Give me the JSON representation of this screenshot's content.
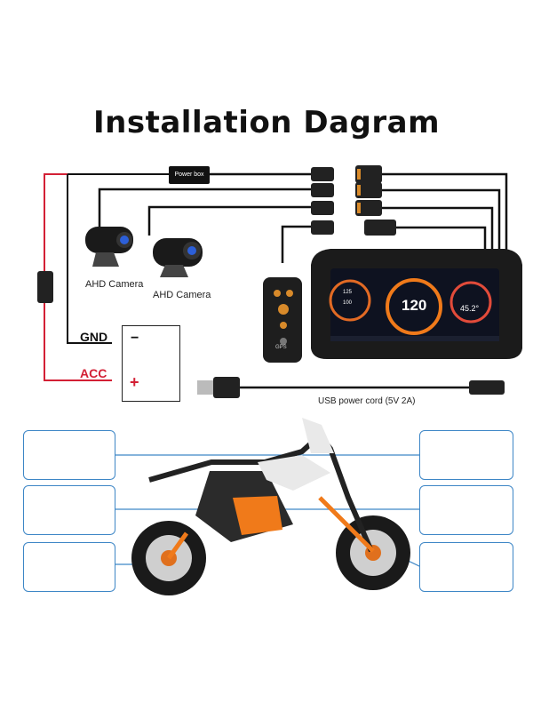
{
  "title": "Installation Dagram",
  "power_box_label": "Power box",
  "camera_left_label": "AHD Camera",
  "camera_right_label": "AHD Camera",
  "gnd_label": "GND",
  "acc_label": "ACC",
  "battery_minus": "−",
  "battery_plus": "+",
  "usb_label": "USB power cord (5V 2A)",
  "display": {
    "speed": "120",
    "angle": "45.2°",
    "left_top": "125",
    "left_bottom": "100"
  },
  "remote_label": "GPS",
  "colors": {
    "wire": "#111111",
    "acc_wire": "#d32035",
    "callout": "#3d86c6",
    "accent": "#f07a1a"
  }
}
